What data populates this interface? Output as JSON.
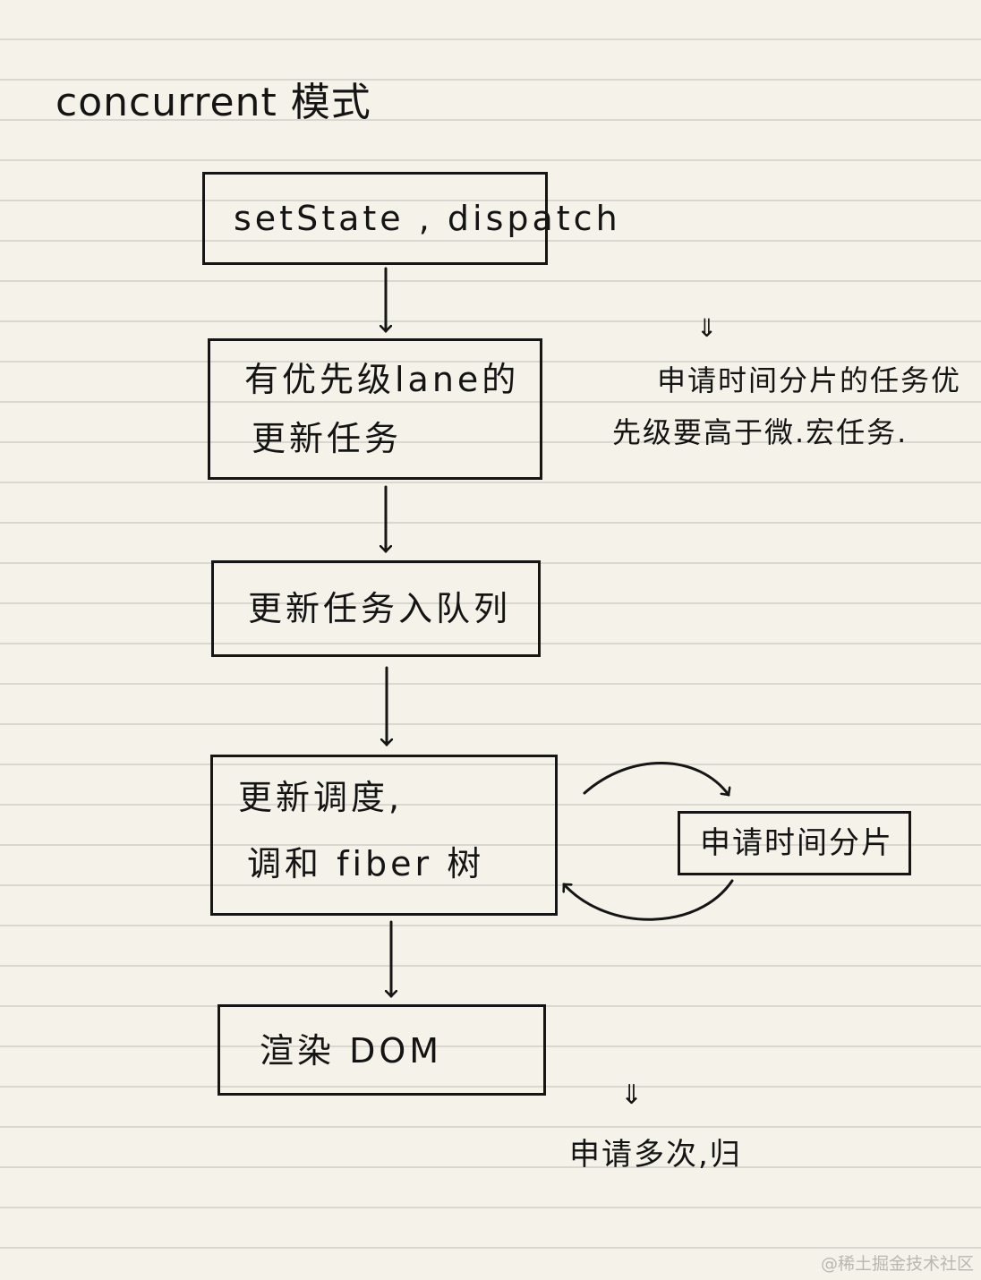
{
  "title": "concurrent 模式",
  "nodes": {
    "trigger": "setState , dispatch",
    "priority_task_line1": "有优先级lane的",
    "priority_task_line2": "更新任务",
    "enqueue": "更新任务入队列",
    "schedule_line1": "更新调度,",
    "schedule_line2": "调和 fiber 树",
    "time_slice": "申请时间分片",
    "render": "渲染 DOM"
  },
  "notes": {
    "priority_arrow": "⇓",
    "priority_line1": "申请时间分片的任务优",
    "priority_line2": "先级要高于微.宏任务.",
    "render_arrow": "⇓",
    "render_note": "申请多次,归"
  },
  "watermark": "@稀土掘金技术社区",
  "colors": {
    "paper": "#f4f2e9",
    "ink": "#151515",
    "rule_line": "#d9d7cf",
    "watermark": "#b9b7b0"
  }
}
